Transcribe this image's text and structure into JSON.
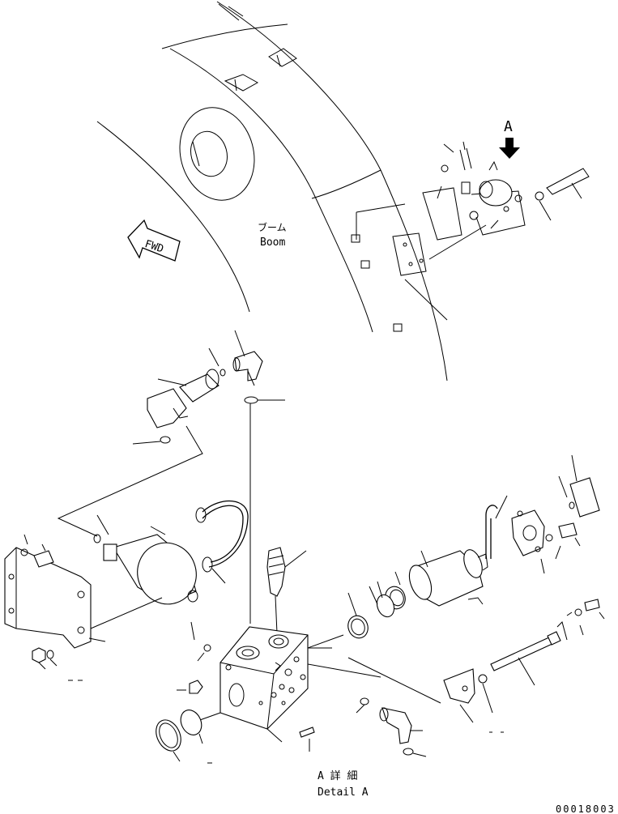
{
  "view_label": "A",
  "boom_label_jp": "ブーム",
  "boom_label_en": "Boom",
  "fwd_label": "FWD",
  "detail_label_jp": "A 詳 細",
  "detail_label_en": "Detail A",
  "drawing_number": "00018003"
}
